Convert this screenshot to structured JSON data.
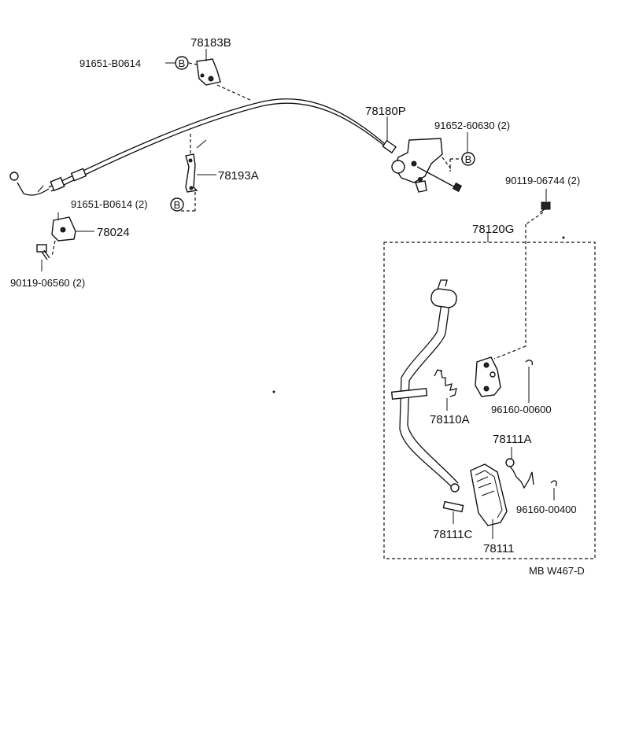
{
  "labels": {
    "p78183B": "78183B",
    "p91651_top": "91651-B0614",
    "p78180P": "78180P",
    "p91652": "91652-60630 (2)",
    "p78193A": "78193A",
    "p91651_mid": "91651-B0614 (2)",
    "p78024": "78024",
    "p90119_06560": "90119-06560 (2)",
    "p90119_06744": "90119-06744 (2)",
    "p78120G": "78120G",
    "p96160_00600": "96160-00600",
    "p78110A": "78110A",
    "p78111A": "78111A",
    "p96160_00400": "96160-00400",
    "p78111C": "78111C",
    "p78111": "78111",
    "code": "MB W467-D"
  },
  "callout": "B"
}
